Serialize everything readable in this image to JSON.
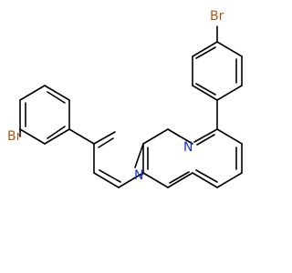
{
  "molecule": {
    "atoms": {
      "br_top": "Br",
      "br_left": "Br",
      "n_upper": "N",
      "n_lower": "N"
    },
    "colors": {
      "bromine": "#a65a1d",
      "nitrogen": "#1f2fd0",
      "bond": "#000000",
      "background": "#ffffff"
    }
  }
}
